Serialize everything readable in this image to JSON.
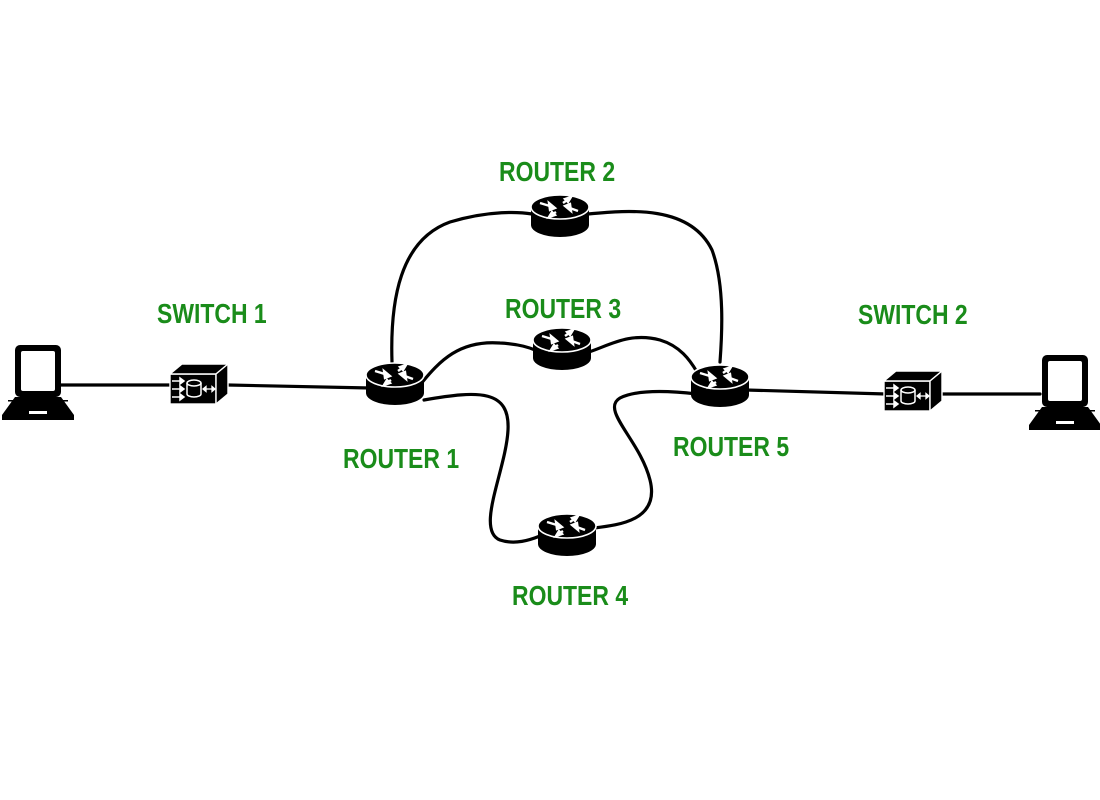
{
  "colors": {
    "label": "#1a8c1a",
    "device": "#000000",
    "background": "#ffffff"
  },
  "nodes": {
    "laptop1": {
      "type": "laptop",
      "label": ""
    },
    "switch1": {
      "type": "switch",
      "label": "SWITCH 1"
    },
    "router1": {
      "type": "router",
      "label": "ROUTER 1"
    },
    "router2": {
      "type": "router",
      "label": "ROUTER 2"
    },
    "router3": {
      "type": "router",
      "label": "ROUTER 3"
    },
    "router4": {
      "type": "router",
      "label": "ROUTER 4"
    },
    "router5": {
      "type": "router",
      "label": "ROUTER 5"
    },
    "switch2": {
      "type": "switch",
      "label": "SWITCH 2"
    },
    "laptop2": {
      "type": "laptop",
      "label": ""
    }
  },
  "links": [
    {
      "from": "laptop1",
      "to": "switch1"
    },
    {
      "from": "switch1",
      "to": "router1"
    },
    {
      "from": "router1",
      "to": "router2"
    },
    {
      "from": "router2",
      "to": "router5"
    },
    {
      "from": "router1",
      "to": "router3"
    },
    {
      "from": "router3",
      "to": "router5"
    },
    {
      "from": "router1",
      "to": "router4"
    },
    {
      "from": "router4",
      "to": "router5"
    },
    {
      "from": "router5",
      "to": "switch2"
    },
    {
      "from": "switch2",
      "to": "laptop2"
    }
  ]
}
